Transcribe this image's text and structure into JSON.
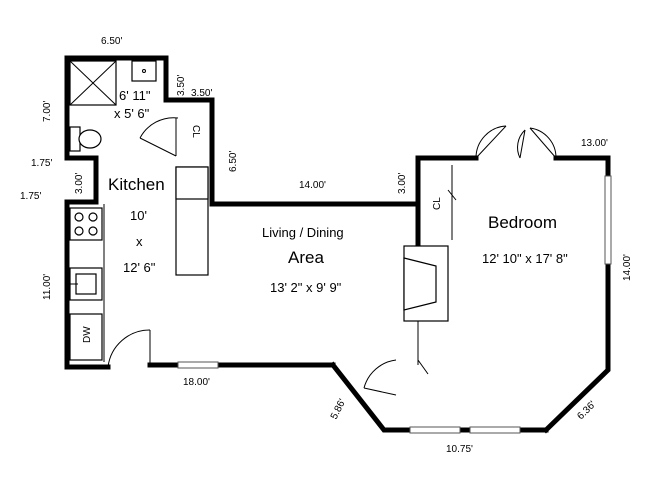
{
  "rooms": {
    "bath_dims": "6' 11\"",
    "bath_dims2": "x 5' 6\"",
    "kitchen_name": "Kitchen",
    "kitchen_l1": "10'",
    "kitchen_l2": "x",
    "kitchen_l3": "12' 6\"",
    "living_name1": "Living / Dining",
    "living_name2": "Area",
    "living_dims": "13' 2\" x 9' 9\"",
    "bedroom_name": "Bedroom",
    "bedroom_dims": "12' 10\" x 17' 8\"",
    "closet1": "CL",
    "closet2": "CL",
    "dishwasher": "DW"
  },
  "dimensions": {
    "d_650_top": "6.50'",
    "d_700": "7.00'",
    "d_350a": "3.50'",
    "d_350b": "3.50'",
    "d_650_mid": "6.50'",
    "d_175a": "1.75'",
    "d_175b": "1.75'",
    "d_300a": "3.00'",
    "d_1400_top": "14.00'",
    "d_300b": "3.00'",
    "d_1300": "13.00'",
    "d_1100": "11.00'",
    "d_1400_right": "14.00'",
    "d_1800": "18.00'",
    "d_586": "5.86'",
    "d_1075": "10.75'",
    "d_636": "6.36'"
  }
}
